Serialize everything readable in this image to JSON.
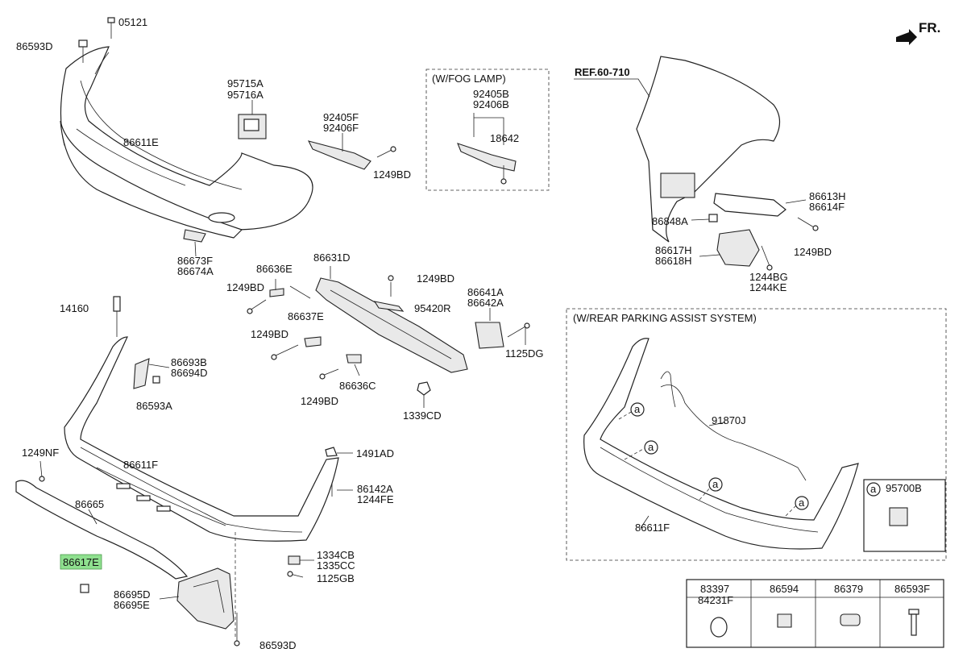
{
  "direction": "FR.",
  "ref": "REF.60-710",
  "groups": {
    "fog_lamp": "(W/FOG LAMP)",
    "parking_assist": "(W/REAR PARKING ASSIST SYSTEM)"
  },
  "callouts": {
    "c05121": "05121",
    "c86593D_top": "86593D",
    "c95715A": "95715A",
    "c95716A": "95716A",
    "c92405F": "92405F",
    "c92406F": "92406F",
    "c1249BD_a": "1249BD",
    "c86611E": "86611E",
    "c86673F": "86673F",
    "c86674A": "86674A",
    "c92405B": "92405B",
    "c92406B": "92406B",
    "c18642": "18642",
    "c86613H": "86613H",
    "c86614F": "86614F",
    "c86848A": "86848A",
    "c1249BD_b": "1249BD",
    "c86617H": "86617H",
    "c86618H": "86618H",
    "c1244BG": "1244BG",
    "c1244KE": "1244KE",
    "c86636E": "86636E",
    "c86631D": "86631D",
    "c1249BD_c": "1249BD",
    "c1249BD_d": "1249BD",
    "c95420R": "95420R",
    "c86641A": "86641A",
    "c86642A": "86642A",
    "c86637E": "86637E",
    "c1249BD_e": "1249BD",
    "c1125DG": "1125DG",
    "c86636C": "86636C",
    "c1249BD_f": "1249BD",
    "c1339CD": "1339CD",
    "c14160": "14160",
    "c86693B": "86693B",
    "c86694D": "86694D",
    "c86593A": "86593A",
    "c1249NF": "1249NF",
    "c86611F": "86611F",
    "c1491AD": "1491AD",
    "c86142A": "86142A",
    "c1244FE": "1244FE",
    "c86665": "86665",
    "c86617E": "86617E",
    "c1334CB": "1334CB",
    "c1335CC": "1335CC",
    "c1125GB": "1125GB",
    "c86695D": "86695D",
    "c86695E": "86695E",
    "c86593D_bot": "86593D",
    "c91870J": "91870J",
    "c86611F_b": "86611F",
    "c95700B": "95700B",
    "circle_a": "a"
  },
  "legend_table": {
    "cols": [
      {
        "codes": [
          "83397",
          "84231F"
        ],
        "icon": "round-plug-icon"
      },
      {
        "codes": [
          "86594"
        ],
        "icon": "clip-icon"
      },
      {
        "codes": [
          "86379"
        ],
        "icon": "rubber-pad-icon"
      },
      {
        "codes": [
          "86593F"
        ],
        "icon": "screw-icon"
      }
    ]
  },
  "colors": {
    "highlight": "#8fe08f"
  }
}
